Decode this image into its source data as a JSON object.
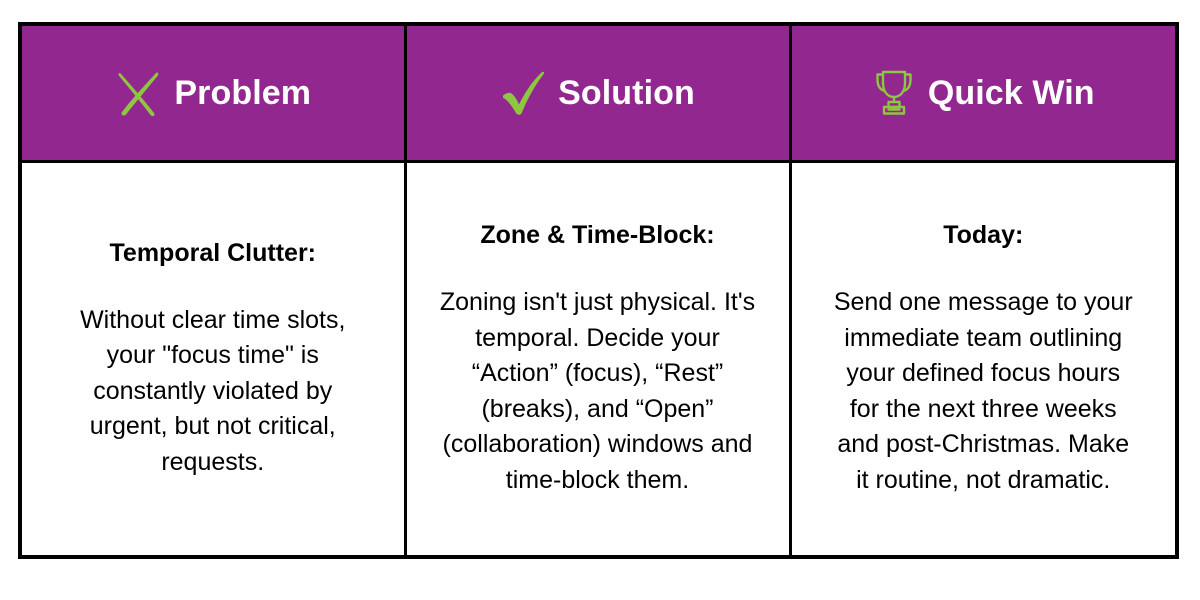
{
  "theme": {
    "header_background": "#92278F",
    "icon_color": "#8DC63F",
    "header_text_color": "#FFFFFF",
    "body_text_color": "#000000",
    "border_color": "#000000",
    "page_background": "#FFFFFF"
  },
  "table": {
    "columns": [
      {
        "id": "problem",
        "icon_name": "x-mark-icon",
        "header_label": "Problem",
        "heading": "Temporal Clutter:",
        "body": "Without clear time slots, your \"focus time\" is constantly violated by urgent, but not critical, requests."
      },
      {
        "id": "solution",
        "icon_name": "check-mark-icon",
        "header_label": "Solution",
        "heading": "Zone & Time-Block:",
        "body": "Zoning isn't just physical. It's temporal. Decide your “Action” (focus), “Rest” (breaks), and “Open” (collaboration) windows and time-block them."
      },
      {
        "id": "quick-win",
        "icon_name": "trophy-icon",
        "header_label": "Quick Win",
        "heading": "Today:",
        "body": "Send one message to your immediate team outlining your defined focus hours for the next three weeks and post-Christmas. Make it routine, not dramatic."
      }
    ]
  }
}
